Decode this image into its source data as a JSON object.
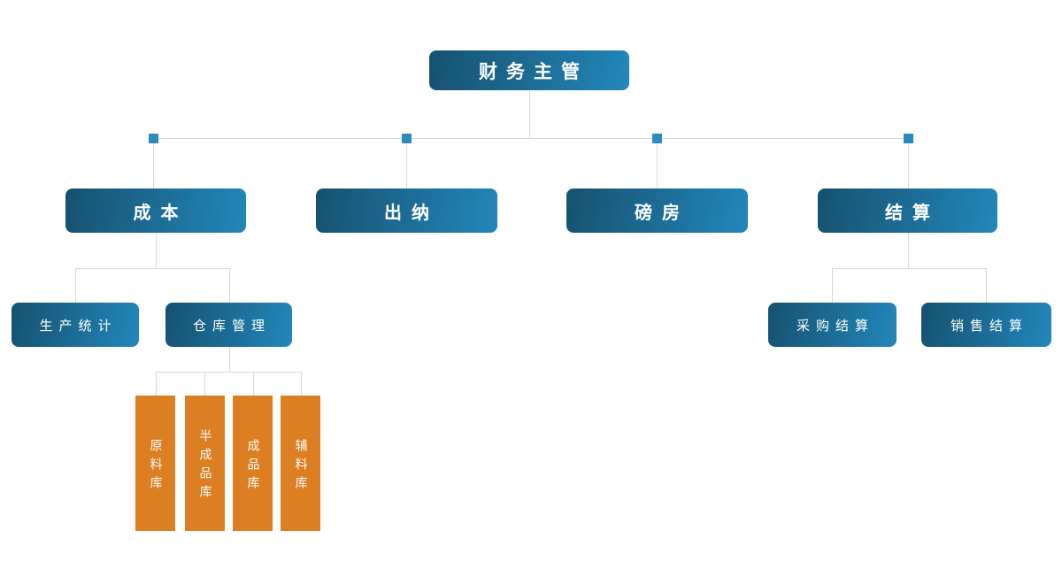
{
  "diagram": {
    "root": {
      "label": "财务主管"
    },
    "departments": [
      {
        "label": "成本"
      },
      {
        "label": "出纳"
      },
      {
        "label": "磅房"
      },
      {
        "label": "结算"
      }
    ],
    "cost_children": [
      {
        "label": "生产统计"
      },
      {
        "label": "仓库管理"
      }
    ],
    "warehouse_children": [
      {
        "label": "原料库"
      },
      {
        "label": "半成品库"
      },
      {
        "label": "成品库"
      },
      {
        "label": "辅料库"
      }
    ],
    "settlement_children": [
      {
        "label": "采购结算"
      },
      {
        "label": "销售结算"
      }
    ],
    "colors": {
      "node_gradient_start": "#16516f",
      "node_gradient_end": "#2287bb",
      "warehouse_orange": "#dc7e22",
      "connector_gray": "#d9d9d9",
      "junction_blue": "#2a8cbd",
      "text": "#ffffff",
      "background": "#ffffff"
    }
  }
}
